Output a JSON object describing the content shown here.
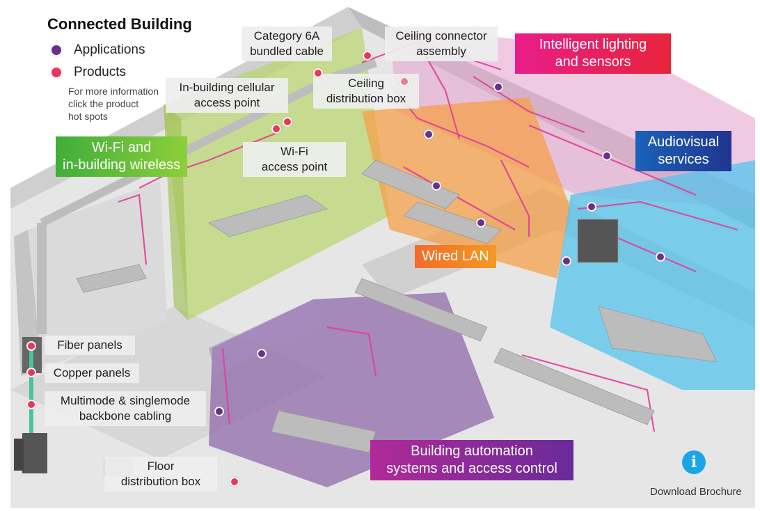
{
  "colors": {
    "applications": "#6b2f8f",
    "products": "#e8385a",
    "wifi_banner": "#5fbb2e",
    "lighting_banner": "#e81d6f",
    "audiovisual_banner": "#1f3f9a",
    "wired_lan_banner": "#f07c22",
    "automation_banner": "#8a2a96",
    "cable": "#e0409a",
    "info": "#1aa6e6"
  },
  "legend": {
    "title": "Connected Building",
    "applications": "Applications",
    "products": "Products",
    "note": [
      "For more information",
      "click the product",
      "hot spots"
    ]
  },
  "banners": {
    "wifi": [
      "Wi-Fi and",
      "in-building wireless"
    ],
    "lighting": [
      "Intelligent lighting",
      "and sensors"
    ],
    "audiovisual": [
      "Audiovisual",
      "services"
    ],
    "wired_lan": [
      "Wired LAN"
    ],
    "automation": [
      "Building automation",
      "systems and access control"
    ]
  },
  "product_labels": {
    "cat6a": [
      "Category 6A",
      "bundled cable"
    ],
    "ceiling_connector": [
      "Ceiling connector",
      "assembly"
    ],
    "ceiling_distribution": [
      "Ceiling",
      "distribution box"
    ],
    "cellular": [
      "In-building cellular",
      "access point"
    ],
    "wifi_ap": [
      "Wi-Fi",
      "access point"
    ],
    "fiber": [
      "Fiber panels"
    ],
    "copper": [
      "Copper panels"
    ],
    "backbone": [
      "Multimode & singlemode",
      "backbone cabling"
    ],
    "floor_box": [
      "Floor",
      "distribution box"
    ]
  },
  "info_icon": "info-icon",
  "download": "Download Brochure"
}
